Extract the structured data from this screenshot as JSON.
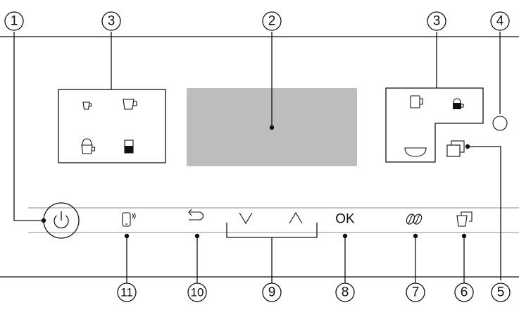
{
  "callouts": [
    {
      "id": "1",
      "label": "1"
    },
    {
      "id": "2",
      "label": "2"
    },
    {
      "id": "3a",
      "label": "3"
    },
    {
      "id": "3b",
      "label": "3"
    },
    {
      "id": "4",
      "label": "4"
    },
    {
      "id": "5",
      "label": "5"
    },
    {
      "id": "6",
      "label": "6"
    },
    {
      "id": "7",
      "label": "7"
    },
    {
      "id": "8",
      "label": "8"
    },
    {
      "id": "9",
      "label": "9"
    },
    {
      "id": "10",
      "label": "10"
    },
    {
      "id": "11",
      "label": "11"
    }
  ],
  "controls": {
    "ok_label": "OK"
  },
  "icons": {
    "power": "power-icon",
    "mobile": "mobile-control-icon",
    "back": "back-arrow-icon",
    "down": "chevron-down-icon",
    "up": "chevron-up-icon",
    "beans": "coffee-beans-icon",
    "maintenance": "maintenance-cup-icon",
    "two_cups": "two-cups-icon",
    "light": "sensor-light-icon"
  },
  "colors": {
    "display": "#bdbdbd",
    "line": "#111111",
    "rule": "#8c8c8c"
  }
}
